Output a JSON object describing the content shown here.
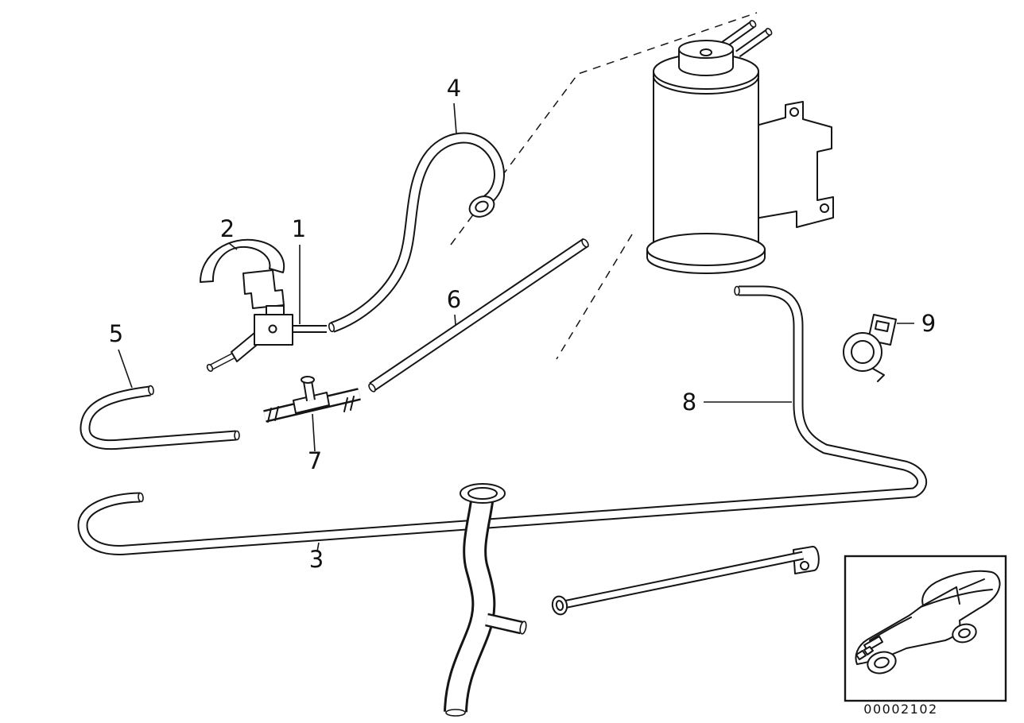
{
  "callouts": {
    "c1": "1",
    "c2": "2",
    "c3": "3",
    "c4": "4",
    "c5": "5",
    "c6": "6",
    "c7": "7",
    "c8": "8",
    "c9": "9"
  },
  "inset": {
    "code": "00002102"
  }
}
